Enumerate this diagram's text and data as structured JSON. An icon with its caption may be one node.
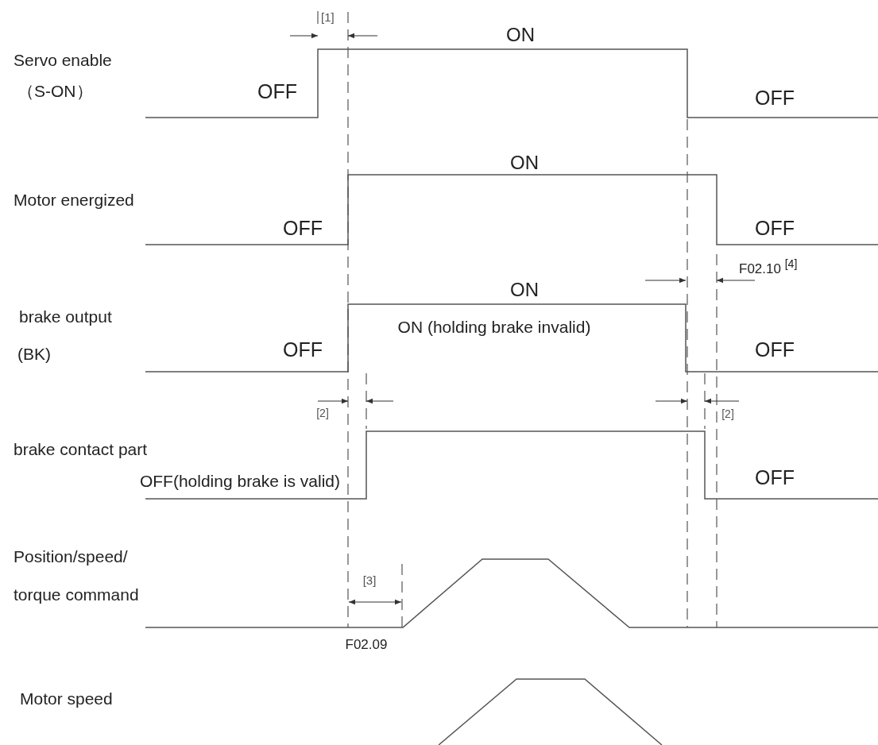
{
  "diagram": {
    "labels": [
      "[1]",
      "ON",
      "Servo enable",
      "（S-ON）",
      "OFF",
      "OFF",
      "ON",
      "Motor energized",
      "OFF",
      "OFF",
      "F02.10 $^{[4]}$",
      "ON",
      "brake output",
      "ON (holding brake invalid)",
      "(BK)",
      "OFF",
      "OFF",
      "[2]",
      "[2]",
      "brake contact part",
      "OFF(holding brake is valid)",
      "OFF",
      "Position/speed/",
      "[3]",
      "torque command",
      "F02.09",
      "Motor speed"
    ]
  }
}
